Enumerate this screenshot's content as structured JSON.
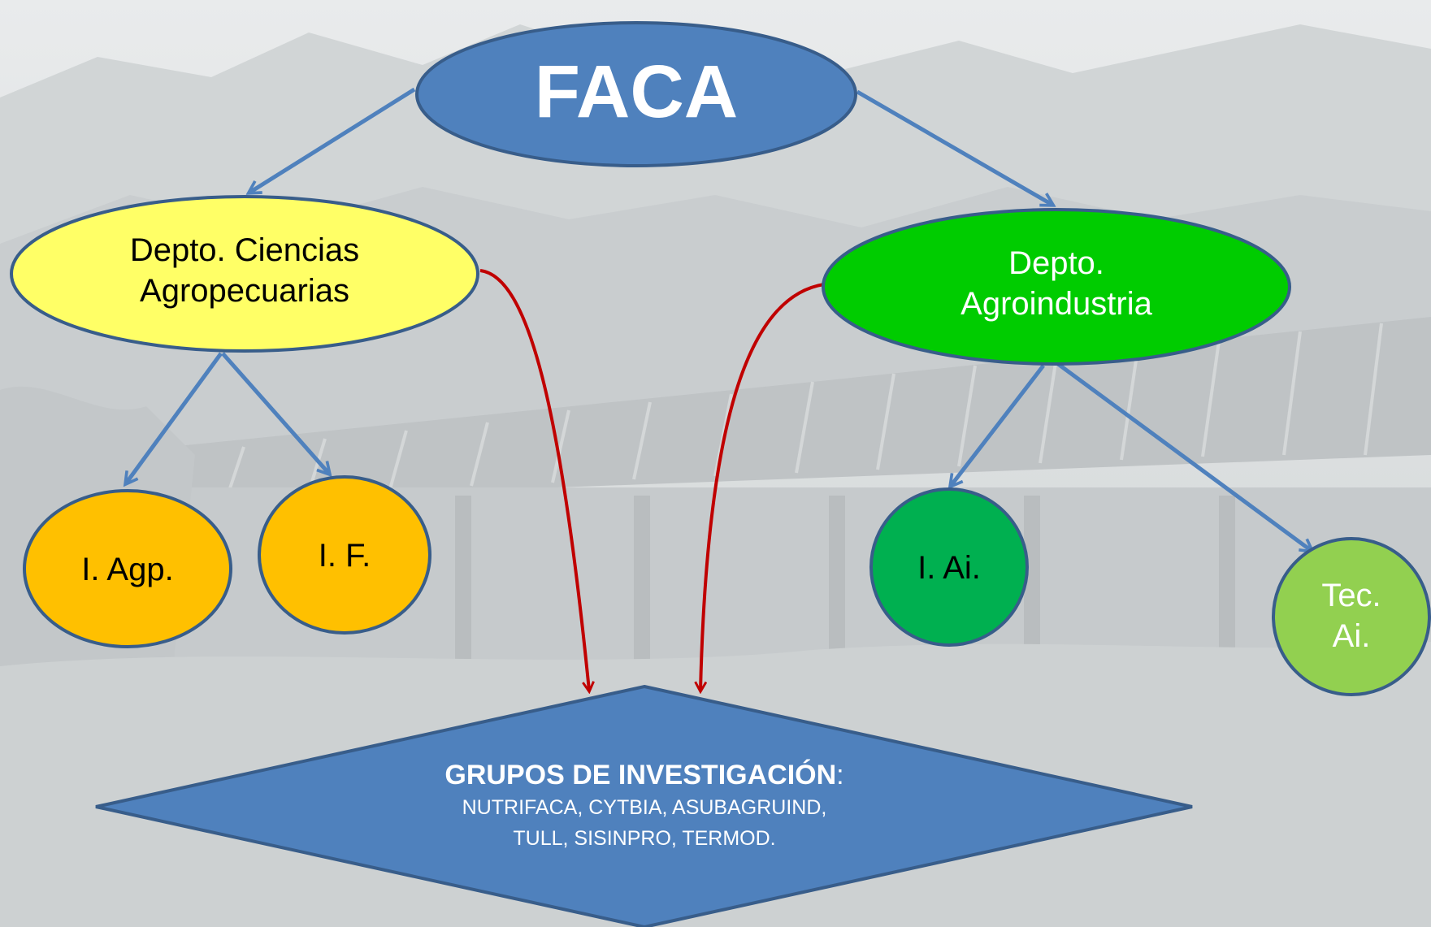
{
  "nodes": {
    "faca": {
      "label": "FACA",
      "color": "#4f81bd",
      "text_color": "#ffffff"
    },
    "ciencias": {
      "line1": "Depto. Ciencias",
      "line2": "Agropecuarias",
      "color": "#ffff66",
      "text_color": "#000000"
    },
    "agroindustria": {
      "line1": "Depto.",
      "line2": "Agroindustria",
      "color": "#00cc00",
      "text_color": "#ffffff"
    },
    "i_agp": {
      "label": "I. Agp.",
      "color": "#ffc000",
      "text_color": "#000000"
    },
    "i_f": {
      "label": "I. F.",
      "color": "#ffc000",
      "text_color": "#000000"
    },
    "i_ai": {
      "label": "I. Ai.",
      "color": "#00b050",
      "text_color": "#000000"
    },
    "tec_ai": {
      "line1": "Tec.",
      "line2": "Ai.",
      "color": "#92d050",
      "text_color": "#ffffff"
    },
    "grupos": {
      "title": "GRUPOS DE INVESTIGACIÓN",
      "title_suffix": ":",
      "line1": "NUTRIFACA, CYTBIA, ASUBAGRUIND,",
      "line2": "TULL, SISINPRO, TERMOD.",
      "color": "#4f81bd",
      "text_color": "#ffffff"
    }
  },
  "colors": {
    "node_border": "#385d8a",
    "hierarchy_arrow": "#4f81bd",
    "research_arrow": "#c00000"
  }
}
